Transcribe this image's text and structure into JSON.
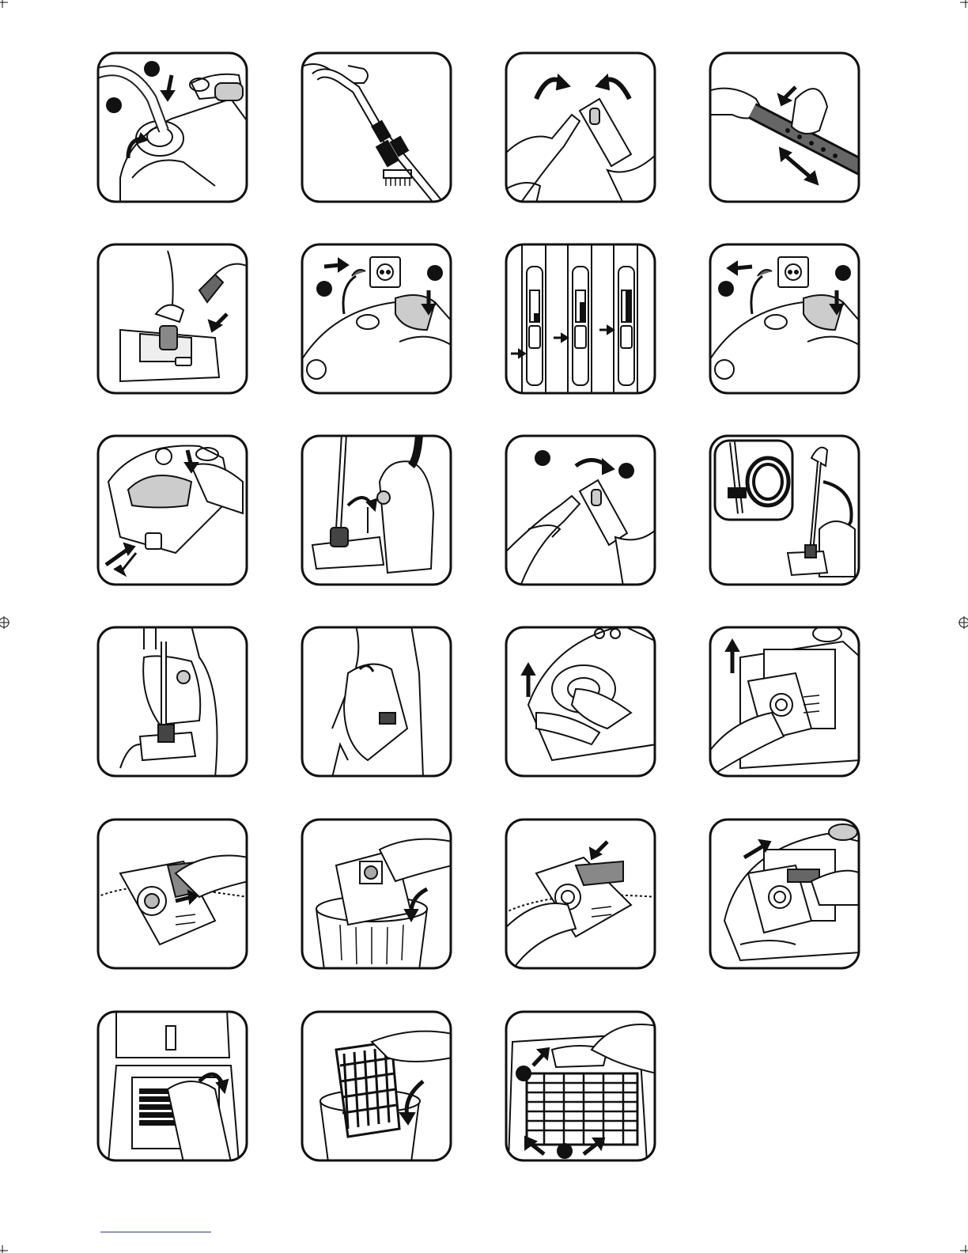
{
  "document": {
    "kind": "instruction-illustration-sheet",
    "rows": 6,
    "columns": 4,
    "panels": [
      {
        "row": 1,
        "col": 1,
        "name": "hose-attach",
        "icon": "hose-connect-icon"
      },
      {
        "row": 1,
        "col": 2,
        "name": "wand-with-brush",
        "icon": "wand-icon"
      },
      {
        "row": 1,
        "col": 3,
        "name": "wand-twist",
        "icon": "twist-icon"
      },
      {
        "row": 1,
        "col": 4,
        "name": "telescopic-tube-adjust",
        "icon": "telescopic-tube-icon"
      },
      {
        "row": 2,
        "col": 1,
        "name": "floor-nozzle-attach",
        "icon": "floor-nozzle-icon"
      },
      {
        "row": 2,
        "col": 2,
        "name": "plug-in-power",
        "icon": "plug-in-icon"
      },
      {
        "row": 2,
        "col": 3,
        "name": "power-slider-levels",
        "icon": "power-slider-icon"
      },
      {
        "row": 2,
        "col": 4,
        "name": "unplug-power",
        "icon": "unplug-icon"
      },
      {
        "row": 3,
        "col": 1,
        "name": "cord-rewind",
        "icon": "cord-rewind-icon"
      },
      {
        "row": 3,
        "col": 2,
        "name": "parking-position",
        "icon": "parking-icon"
      },
      {
        "row": 3,
        "col": 3,
        "name": "wand-release",
        "icon": "release-icon"
      },
      {
        "row": 3,
        "col": 4,
        "name": "storage-position",
        "icon": "storage-icon"
      },
      {
        "row": 4,
        "col": 1,
        "name": "upright-carry",
        "icon": "carry-upright-icon"
      },
      {
        "row": 4,
        "col": 2,
        "name": "handle-carry",
        "icon": "carry-handle-icon"
      },
      {
        "row": 4,
        "col": 3,
        "name": "open-lid",
        "icon": "open-lid-icon"
      },
      {
        "row": 4,
        "col": 4,
        "name": "remove-bag-holder",
        "icon": "bag-holder-icon"
      },
      {
        "row": 5,
        "col": 1,
        "name": "remove-dust-bag",
        "icon": "dust-bag-icon"
      },
      {
        "row": 5,
        "col": 2,
        "name": "dispose-dust-bag",
        "icon": "bin-icon"
      },
      {
        "row": 5,
        "col": 3,
        "name": "insert-new-bag",
        "icon": "insert-bag-icon"
      },
      {
        "row": 5,
        "col": 4,
        "name": "refit-bag-holder",
        "icon": "refit-icon"
      },
      {
        "row": 6,
        "col": 1,
        "name": "remove-motor-filter",
        "icon": "filter-remove-icon"
      },
      {
        "row": 6,
        "col": 2,
        "name": "dispose-filter",
        "icon": "filter-bin-icon"
      },
      {
        "row": 6,
        "col": 3,
        "name": "insert-new-filter",
        "icon": "filter-insert-icon"
      }
    ]
  },
  "colors": {
    "ink": "#111111",
    "page": "#ffffff",
    "fill": "#ffffff",
    "shade": "#555555",
    "rule": "#2b3a9e"
  }
}
